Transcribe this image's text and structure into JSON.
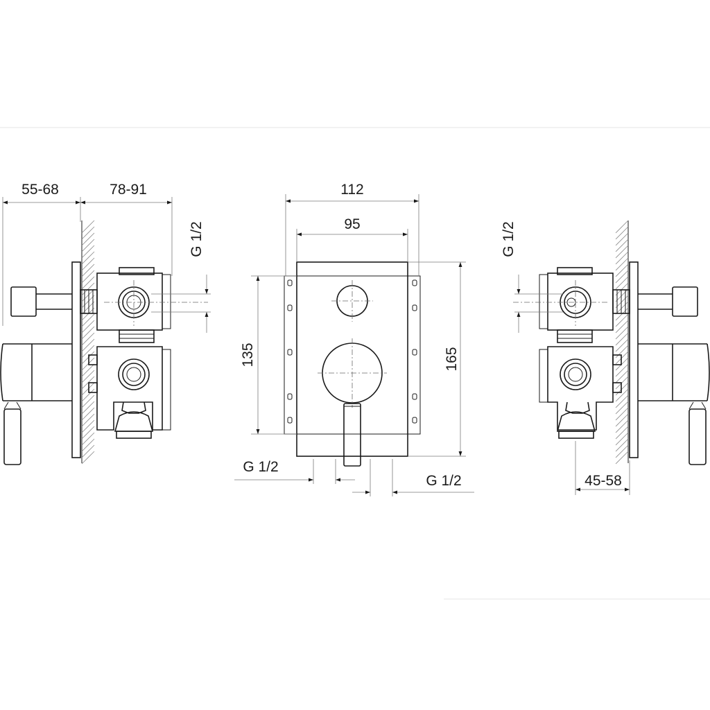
{
  "views": {
    "left": {
      "dim_depth_front": "55-68",
      "dim_depth_back": "78-91",
      "dim_thread": "G 1/2"
    },
    "front": {
      "dim_width_outer": "112",
      "dim_width_inner": "95",
      "dim_height_inner": "135",
      "dim_height_outer": "165",
      "dim_thread_left": "G 1/2",
      "dim_thread_right": "G 1/2"
    },
    "right": {
      "dim_thread": "G 1/2",
      "dim_depth": "45-58"
    }
  },
  "colors": {
    "line": "#1a1a1a",
    "hatch": "#8a8a8a",
    "background": "#ffffff"
  }
}
